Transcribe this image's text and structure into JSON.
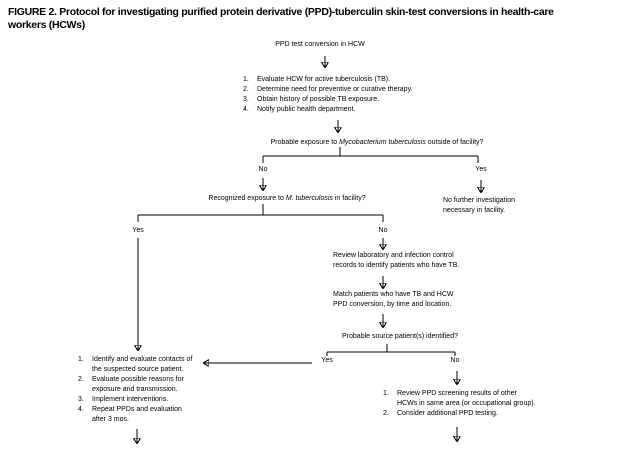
{
  "title_lines": [
    "FIGURE 2. Protocol for investigating purified protein derivative (PPD)-tuberculin skin-test conversions in health-care",
    "workers (HCWs)"
  ],
  "labels": {
    "yes": "Yes",
    "no": "No"
  },
  "nodes": {
    "start": "PPD test conversion in HCW",
    "initial_steps": [
      "Evaluate HCW for active tuberculosis (TB).",
      "Determine need for preventive or curative therapy.",
      "Obtain history of possible TB exposure.",
      "Notify public health department."
    ],
    "q_outside": {
      "pre": "Probable exposure to ",
      "italic": "Mycobacterium tuberculosis",
      "post": " outside of facility?"
    },
    "q_facility": {
      "pre": "Recognized exposure to ",
      "italic": "M. tuberculosis",
      "post": " in facility?"
    },
    "no_further": [
      "No further investigation",
      "necessary in facility."
    ],
    "review_records": [
      "Review laboratory and infection control",
      "records to identify patients who have TB."
    ],
    "match_patients": [
      "Match patients who have TB and HCW",
      "PPD conversion, by time and location."
    ],
    "q_source": "Probable source patient(s) identified?",
    "contacts_steps": [
      [
        "Identify and evaluate contacts of",
        "the suspected source patient."
      ],
      [
        "Evaluate possible reasons for",
        "exposure and transmission."
      ],
      [
        "Implement interventions."
      ],
      [
        "Repeat PPDs and evaluation",
        "after 3 mos."
      ]
    ],
    "screening_steps": [
      [
        "Review PPD screening results of other",
        "HCWs in same area (or occupational group)."
      ],
      [
        "Consider additional PPD testing."
      ]
    ]
  }
}
